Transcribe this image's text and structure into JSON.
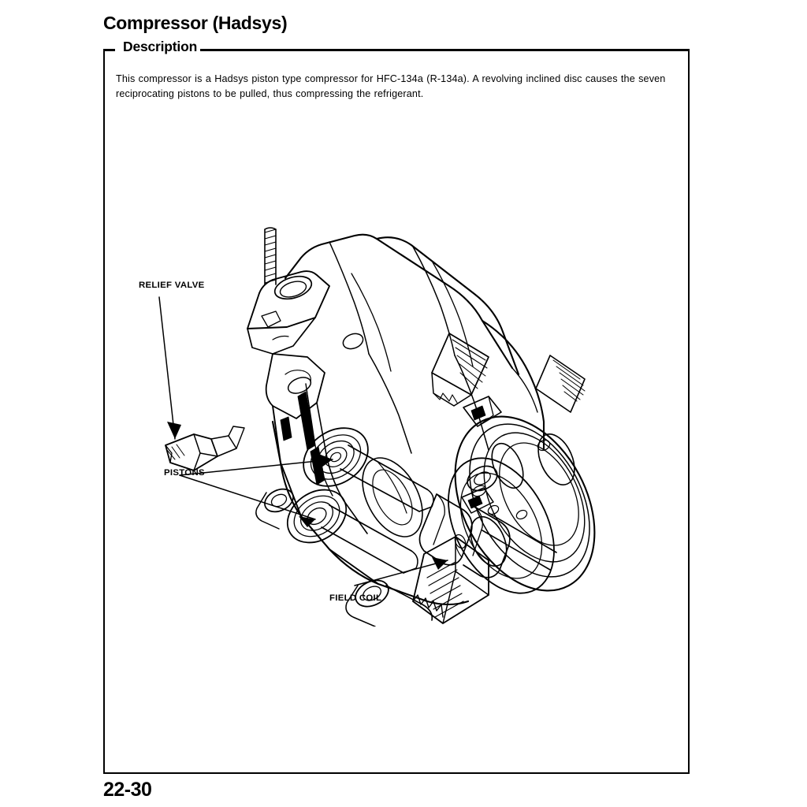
{
  "page": {
    "title": "Compressor (Hadsys)",
    "number": "22-30"
  },
  "section": {
    "heading": "Description",
    "body": "This compressor is a Hadsys piston type compressor for HFC-134a (R-134a). A revolving inclined disc causes the seven reciprocating pistons to be pulled, thus compressing the refrigerant."
  },
  "illustration": {
    "name": "hadsys-compressor-cutaway",
    "callouts": [
      {
        "id": "relief-valve",
        "label": "RELIEF VALVE"
      },
      {
        "id": "pistons",
        "label": "PISTONS"
      },
      {
        "id": "field-coil",
        "label": "FIELD COIL"
      }
    ]
  },
  "colors": {
    "ink": "#000000",
    "paper": "#ffffff"
  }
}
